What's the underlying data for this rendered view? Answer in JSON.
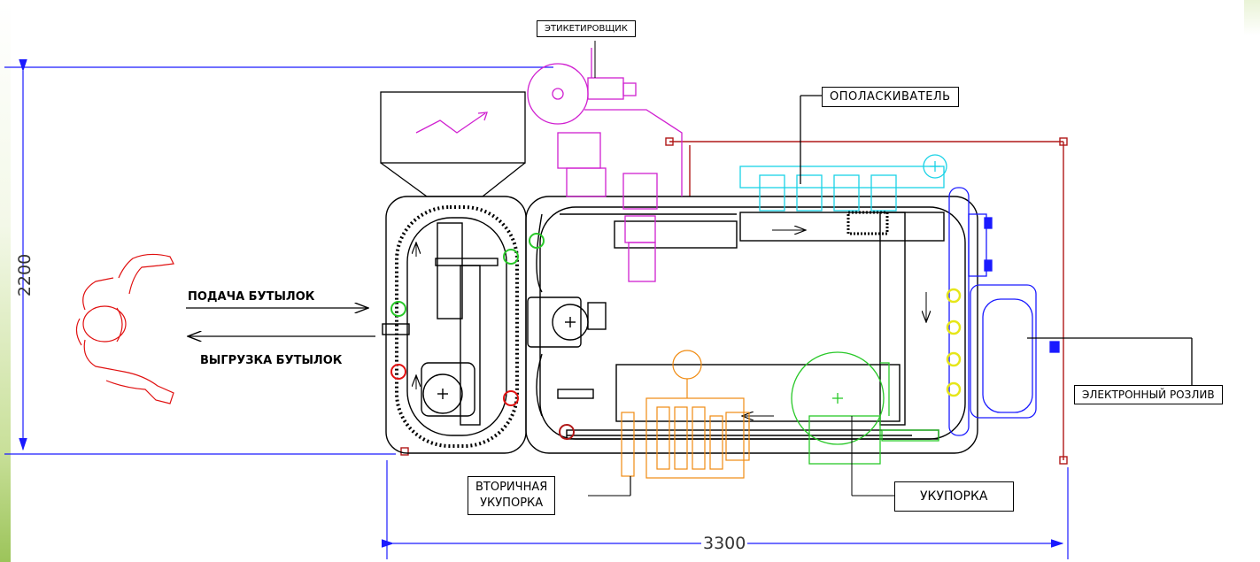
{
  "labels": {
    "labeler": "ЭТИКЕТИРОВЩИК",
    "rinser": "ОПОЛАСКИВАТЕЛЬ",
    "bottle_feed": "ПОДАЧА БУТЫЛОК",
    "bottle_unload": "ВЫГРУЗКА БУТЫЛОК",
    "electronic_filling": "ЭЛЕКТРОННЫЙ РОЗЛИВ",
    "secondary_capping_line1": "ВТОРИЧНАЯ",
    "secondary_capping_line2": "УКУПОРКА",
    "capping": "УКУПОРКА"
  },
  "dimensions": {
    "height": "2200",
    "width": "3300"
  },
  "colors": {
    "dimension_line": "#1a1aff",
    "labeler": "#d020d0",
    "rinser": "#19d2e6",
    "operator": "#e01010",
    "secondary_capper": "#f08a10",
    "capper": "#28c828",
    "filler_nozzles": "#e6e619",
    "frame": "#b01818",
    "outline": "#000000"
  }
}
